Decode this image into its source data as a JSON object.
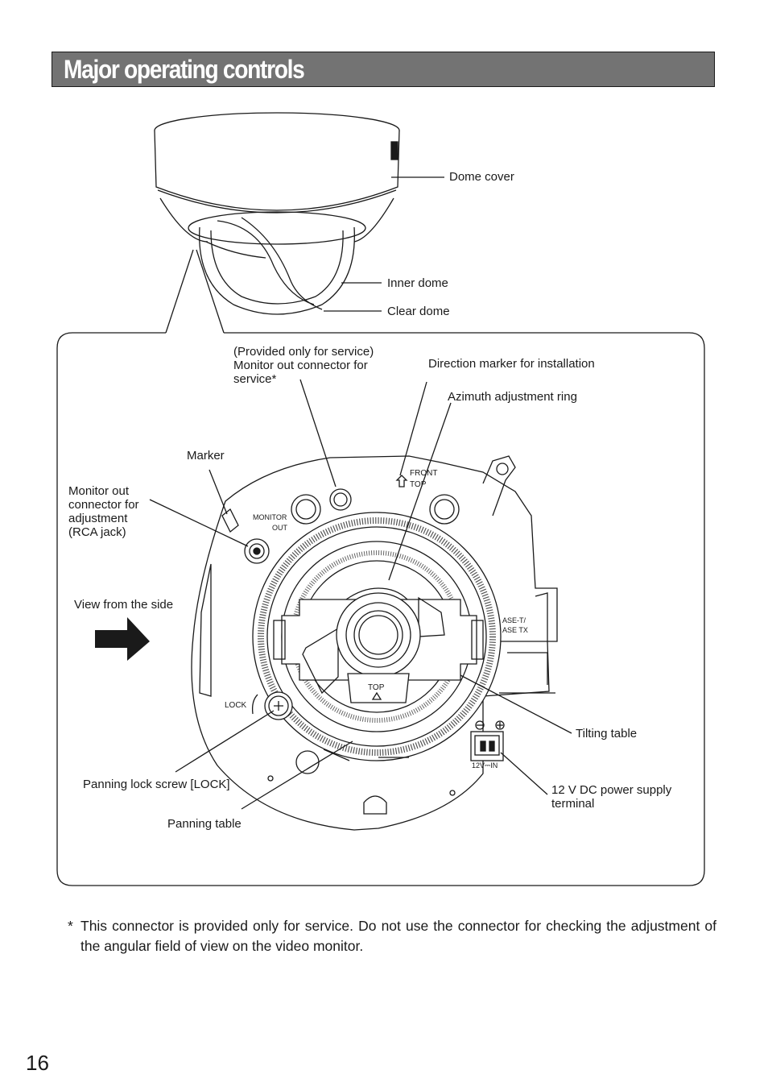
{
  "page": {
    "title": "Major operating controls",
    "page_number": "16"
  },
  "labels": {
    "dome_cover": "Dome cover",
    "inner_dome": "Inner dome",
    "clear_dome": "Clear dome",
    "monitor_out_service_1": "(Provided only for service)",
    "monitor_out_service_2": "Monitor out connector for",
    "monitor_out_service_3": "service*",
    "direction_marker": "Direction marker for installation",
    "azimuth_ring": "Azimuth adjustment ring",
    "marker": "Marker",
    "monitor_out_adj_1": "Monitor out",
    "monitor_out_adj_2": "connector for",
    "monitor_out_adj_3": "adjustment",
    "monitor_out_adj_4": "(RCA jack)",
    "view_from_side": "View from the side",
    "tilting_table": "Tilting table",
    "panning_lock": "Panning lock screw [LOCK]",
    "power_terminal_1": "12 V DC power supply",
    "power_terminal_2": "terminal",
    "panning_table": "Panning table"
  },
  "device_markings": {
    "monitor": "MONITOR",
    "out": "OUT",
    "front": "FRONT",
    "top": "TOP",
    "top_inner": "TOP",
    "lock": "LOCK",
    "ethernet_1": "ASE-T/",
    "ethernet_2": "ASE TX",
    "power_in": "12V⎓IN"
  },
  "footnote": {
    "marker": "*",
    "text": "This connector is provided only for service. Do not use the connector for checking the adjustment of the angular field of view on the video monitor."
  }
}
